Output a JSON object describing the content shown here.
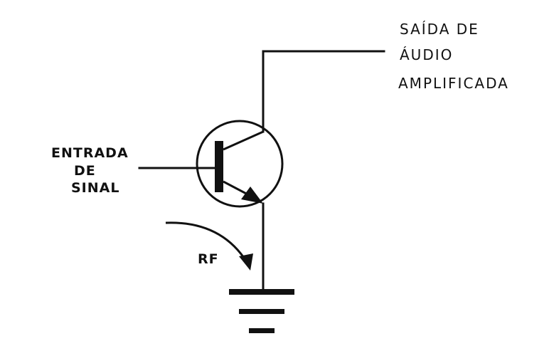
{
  "labels": {
    "output_line1": "SAÍDA DE",
    "output_line2": "ÁUDIO",
    "output_line3": "AMPLIFICADA",
    "input_line1": "ENTRADA",
    "input_line2": "DE",
    "input_line3": "SINAL",
    "rf": "RF"
  },
  "components": {
    "transistor": "npn-transistor-symbol",
    "ground": "ground-symbol"
  }
}
